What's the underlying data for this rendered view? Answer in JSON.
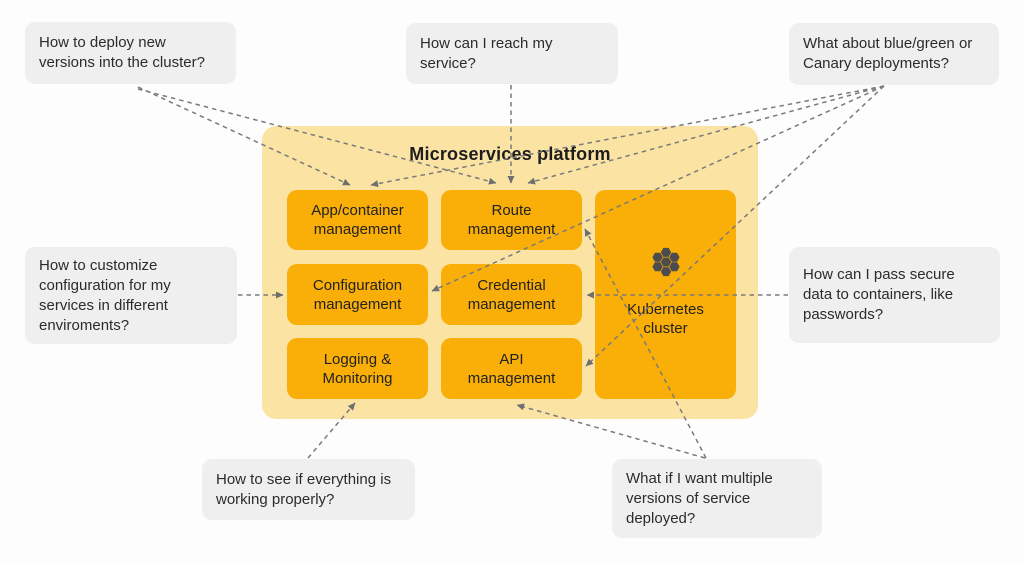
{
  "platform": {
    "title": "Microservices platform",
    "boxes": {
      "app": {
        "line1": "App/container",
        "line2": "management"
      },
      "route": {
        "line1": "Route",
        "line2": "management"
      },
      "config": {
        "line1": "Configuration",
        "line2": "management"
      },
      "credential": {
        "line1": "Credential",
        "line2": "management"
      },
      "logging": {
        "line1": "Logging &",
        "line2": "Monitoring"
      },
      "api": {
        "line1": "API",
        "line2": "management"
      },
      "kubernetes": {
        "line1": "Kubernetes",
        "line2": "cluster",
        "icon": "kubernetes-hexagon-cluster-icon"
      }
    }
  },
  "callouts": {
    "deploy": {
      "lines": [
        "How to deploy new",
        "versions into the cluster?"
      ]
    },
    "reach": {
      "lines": [
        "How can I reach my",
        "service?"
      ]
    },
    "bluegreen": {
      "lines": [
        "What about blue/green or",
        "Canary deployments?"
      ]
    },
    "customize": {
      "lines": [
        "How to customize",
        "configuration for my",
        "services in different",
        "enviroments?"
      ]
    },
    "passsecure": {
      "lines": [
        "How can I pass secure",
        "data to containers, like",
        "passwords?"
      ]
    },
    "monitoring": {
      "lines": [
        "How to see if everything is",
        "working properly?"
      ]
    },
    "versions": {
      "lines": [
        "What if I want multiple",
        "versions of service",
        "deployed?"
      ]
    }
  },
  "connections": [
    {
      "from": "deploy-question",
      "to": "app-container-management"
    },
    {
      "from": "deploy-question",
      "to": "route-management"
    },
    {
      "from": "reach-question",
      "to": "route-management"
    },
    {
      "from": "bluegreen-question",
      "to": "app-container-management"
    },
    {
      "from": "bluegreen-question",
      "to": "route-management"
    },
    {
      "from": "bluegreen-question",
      "to": "configuration-management"
    },
    {
      "from": "bluegreen-question",
      "to": "api-management"
    },
    {
      "from": "customize-question",
      "to": "configuration-management"
    },
    {
      "from": "passsecure-question",
      "to": "credential-management"
    },
    {
      "from": "monitoring-question",
      "to": "logging-monitoring"
    },
    {
      "from": "versions-question",
      "to": "api-management"
    },
    {
      "from": "versions-question",
      "to": "route-management"
    }
  ],
  "colors": {
    "platform_bg": "#FBE3A4",
    "box_bg": "#F9AE08",
    "callout_bg": "#EFEFEF",
    "arrow": "#7A7A7A",
    "icon": "#4C4C4C",
    "title_text": "#1D1D1D",
    "body_text": "#2B2B2B"
  }
}
